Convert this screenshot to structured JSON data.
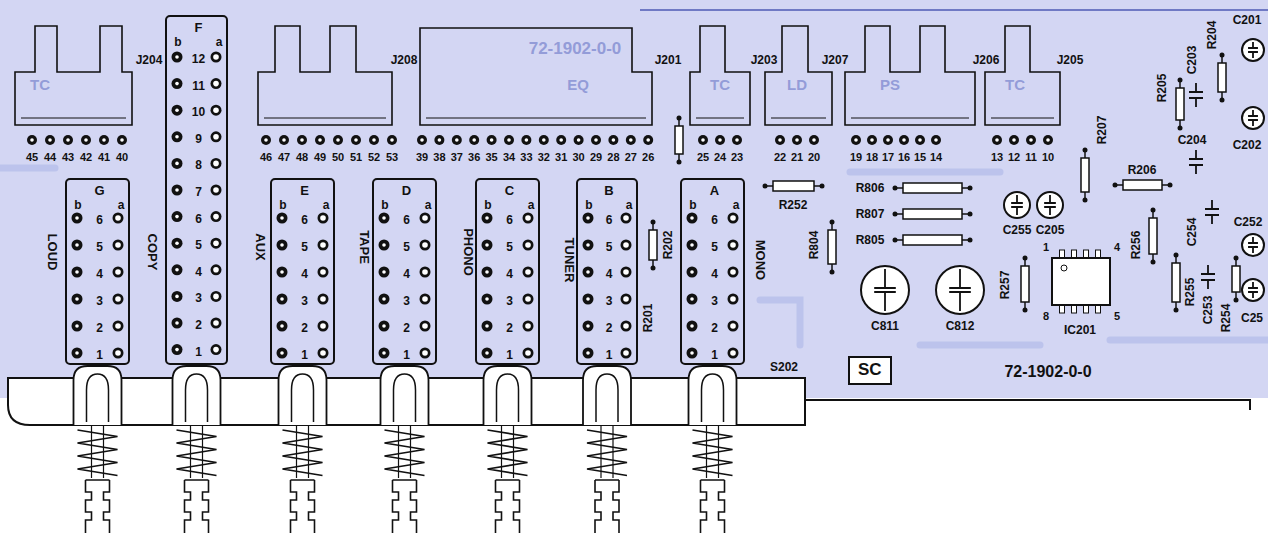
{
  "diagram": {
    "nodes": [
      {
        "text": [
          "G",
          "b",
          "a",
          "6",
          "5",
          "4",
          "3",
          "2",
          "1",
          "LOUD"
        ]
      },
      {
        "text": [
          "F",
          "b",
          "a",
          "12",
          "11",
          "10",
          "9",
          "8",
          "7",
          "6",
          "5",
          "4",
          "3",
          "2",
          "1",
          "COPY"
        ]
      },
      {
        "text": [
          "E",
          "b",
          "a",
          "6",
          "5",
          "4",
          "3",
          "2",
          "1",
          "AUX"
        ]
      },
      {
        "text": [
          "D",
          "b",
          "a",
          "6",
          "5",
          "4",
          "3",
          "2",
          "1",
          "TAPE"
        ]
      },
      {
        "text": [
          "C",
          "b",
          "a",
          "6",
          "5",
          "4",
          "3",
          "2",
          "1",
          "PHONO"
        ]
      },
      {
        "text": [
          "B",
          "b",
          "a",
          "6",
          "5",
          "4",
          "3",
          "2",
          "1",
          "TUNER"
        ]
      },
      {
        "text": [
          "A",
          "b",
          "a",
          "6",
          "5",
          "4",
          "3",
          "2",
          "1",
          "MONO"
        ]
      },
      {
        "text": [
          "SC"
        ]
      }
    ],
    "labels": [
      "72-1902-0-0",
      "TC",
      "EQ",
      "TC",
      "LD",
      "PS",
      "TC",
      "J204",
      "J208",
      "J201",
      "J203",
      "J207",
      "J206",
      "J205",
      "45",
      "44",
      "43",
      "42",
      "41",
      "40",
      "46",
      "47",
      "48",
      "49",
      "50",
      "51",
      "52",
      "53",
      "39",
      "38",
      "37",
      "36",
      "35",
      "34",
      "33",
      "32",
      "31",
      "30",
      "29",
      "28",
      "27",
      "26",
      "25",
      "24",
      "23",
      "22",
      "21",
      "20",
      "19",
      "18",
      "17",
      "16",
      "15",
      "14",
      "13",
      "12",
      "11",
      "10",
      "R202",
      "R201",
      "R252",
      "R806",
      "R807",
      "R805",
      "R804",
      "C255",
      "C205",
      "C811",
      "C812",
      "R257",
      "R207",
      "R206",
      "R205",
      "C203",
      "R204",
      "C201",
      "C204",
      "C202",
      "C254",
      "R256",
      "C252",
      "R255",
      "C253",
      "R254",
      "C25",
      "IC201",
      "1",
      "4",
      "8",
      "5",
      "S202",
      "72-1902-0-0"
    ]
  }
}
